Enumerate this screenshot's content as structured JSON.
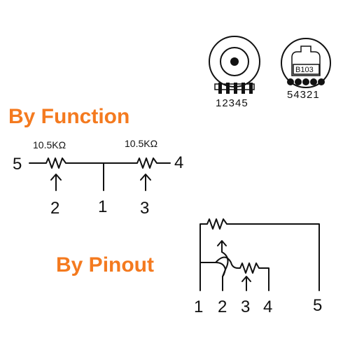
{
  "colors": {
    "heading": "#f47a1f",
    "line": "#111111",
    "background": "#ffffff"
  },
  "top_views": {
    "left_pins": "12345",
    "right_pins": "54321",
    "chip_marking": "B103"
  },
  "by_function": {
    "heading": "By Function",
    "resistor_left_label": "10.5KΩ",
    "resistor_right_label": "10.5KΩ",
    "pin_left": "5",
    "pin_right": "4",
    "wiper_left": "2",
    "center": "1",
    "wiper_right": "3"
  },
  "by_pinout": {
    "heading": "By Pinout",
    "pins": [
      "1",
      "2",
      "3",
      "4",
      "5"
    ]
  }
}
